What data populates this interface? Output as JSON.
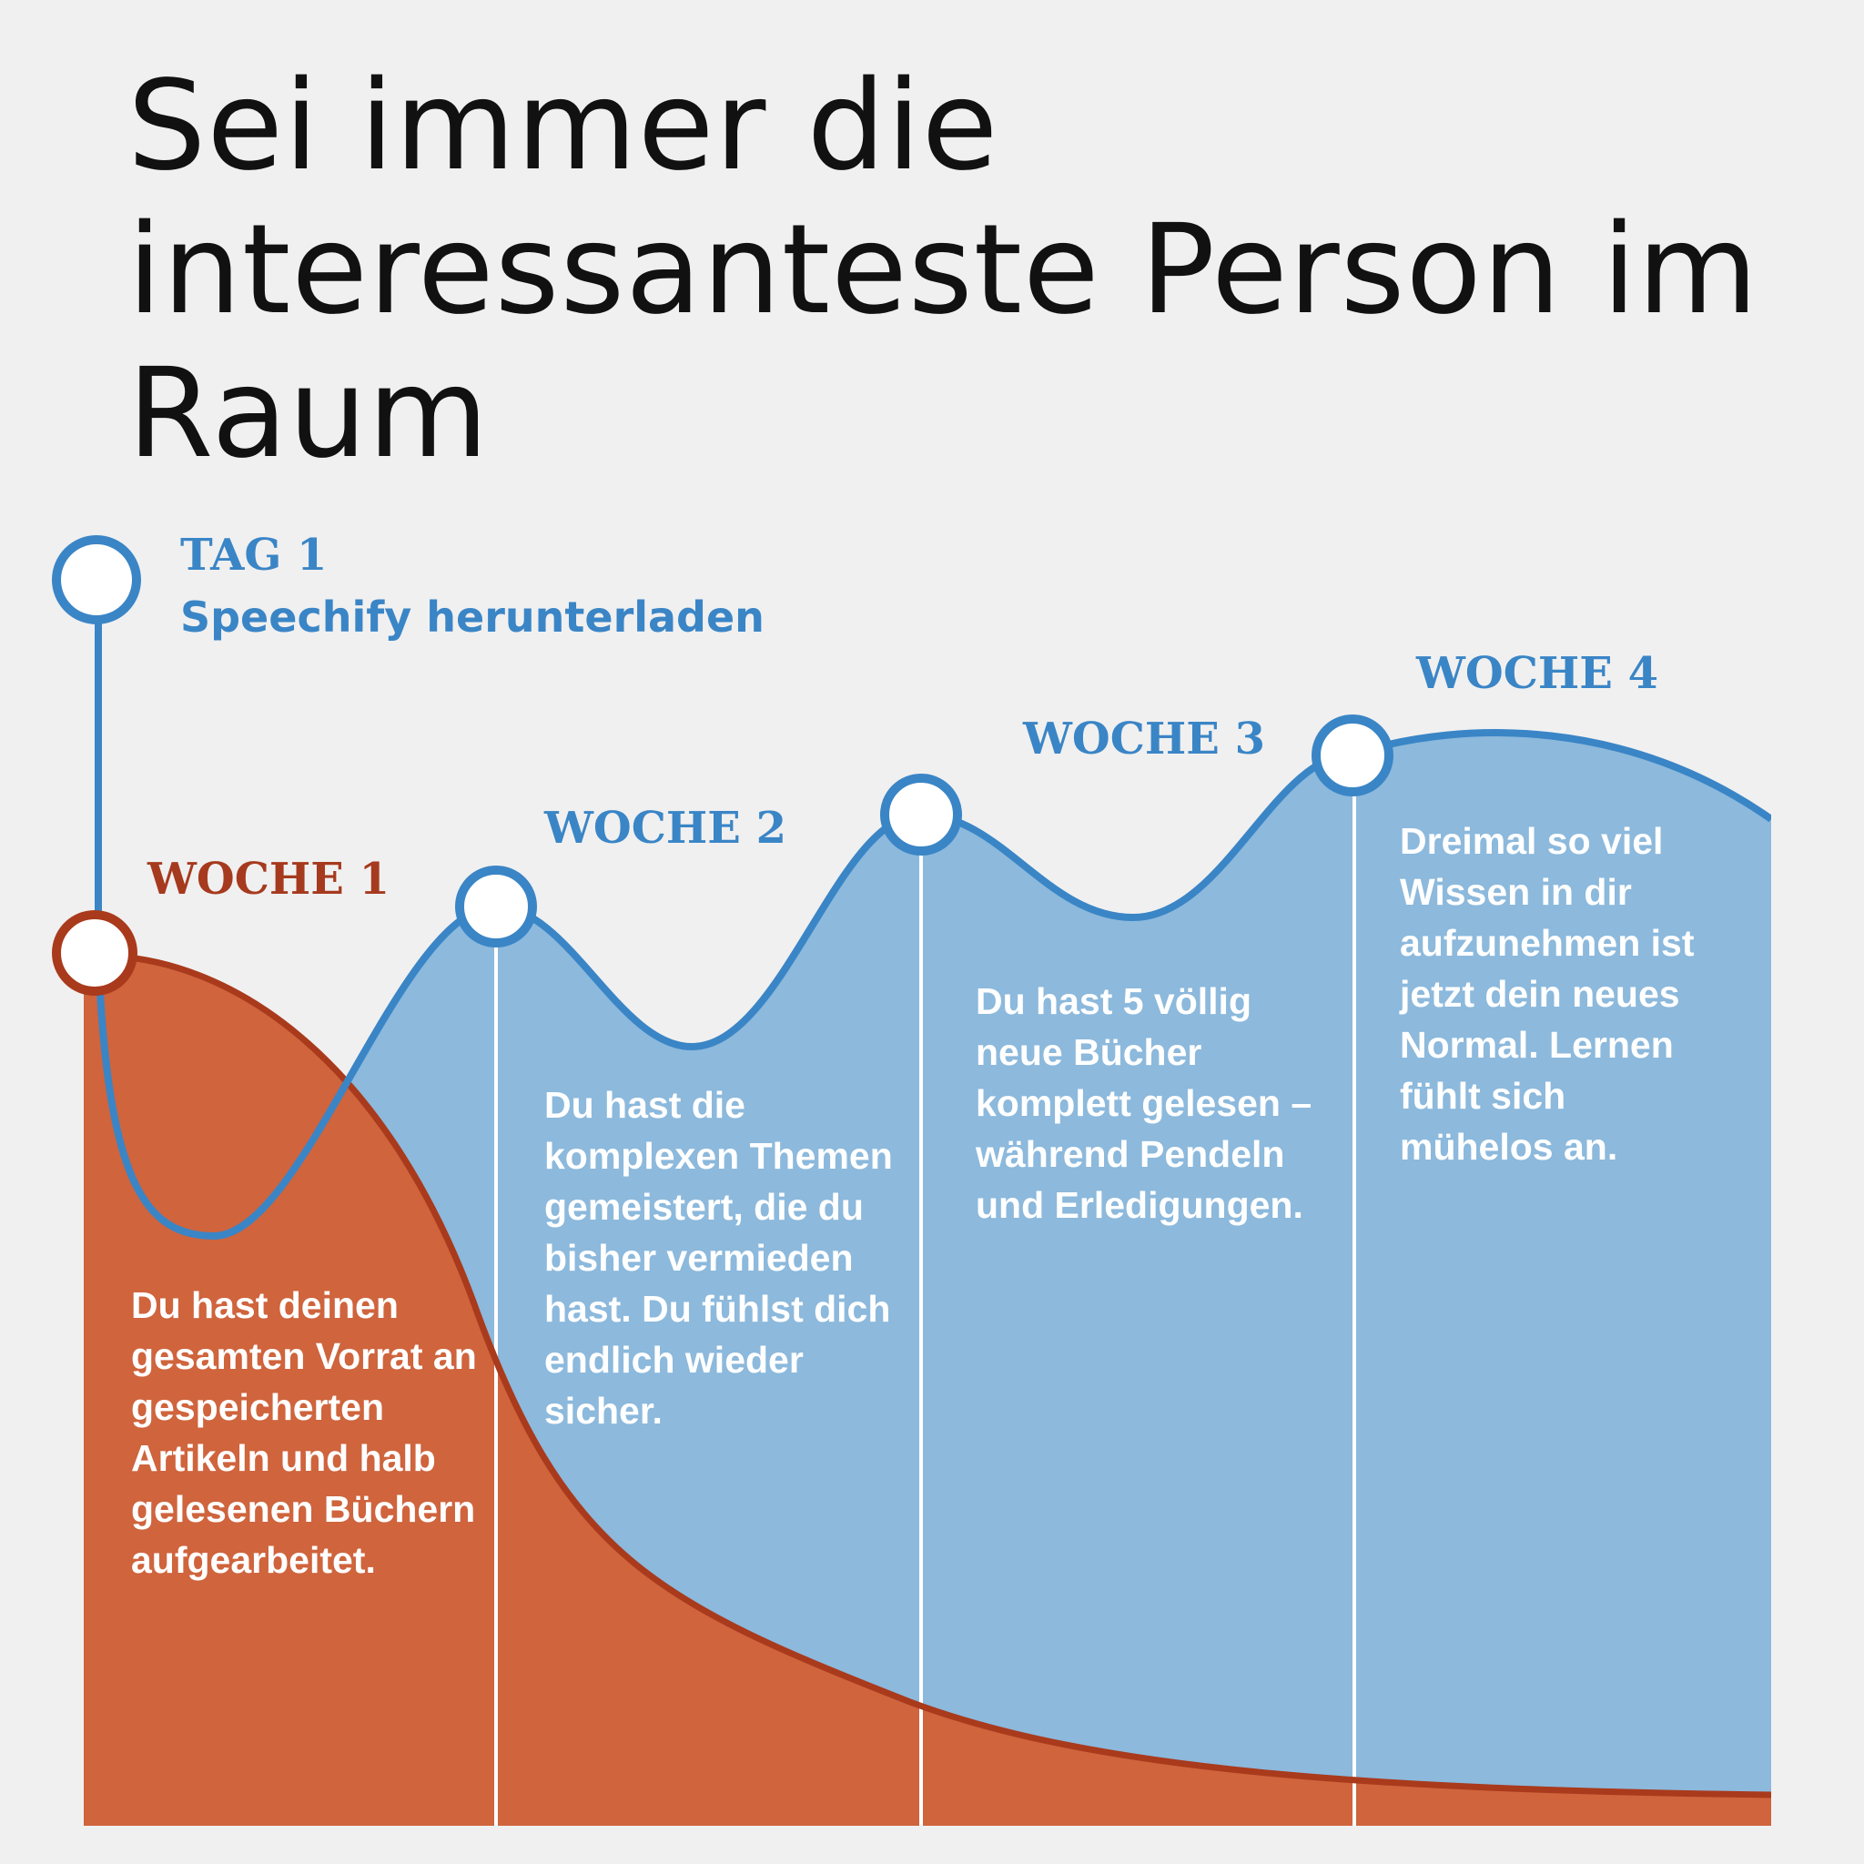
{
  "headline": "Sei immer die interessanteste Person im Raum",
  "colors": {
    "background": "#f0f0f0",
    "blue_line": "#3a85c6",
    "blue_fill": "#8cb9dc",
    "blue_text": "#3a85c6",
    "red_line": "#a93a1c",
    "red_fill": "#cf643d",
    "red_text": "#a63a1e",
    "white": "#ffffff"
  },
  "milestones": [
    {
      "title": "TAG 1",
      "subtitle": "Speechify herunterladen"
    },
    {
      "title": "WOCHE 1",
      "body": "Du hast deinen gesamten Vorrat an gespeicherten Artikeln und halb gelesenen Büchern aufgearbeitet."
    },
    {
      "title": "WOCHE 2",
      "body": "Du hast die komplexen Themen gemeistert, die du bisher vermieden hast. Du fühlst dich endlich wieder sicher."
    },
    {
      "title": "WOCHE 3",
      "body": "Du hast 5 völlig neue Bücher komplett gelesen – während Pendeln und Erledigungen."
    },
    {
      "title": "WOCHE 4",
      "body": "Dreimal so viel Wissen in dir aufzunehmen ist jetzt dein neues Normal. Lernen fühlt sich mühelos an."
    }
  ]
}
